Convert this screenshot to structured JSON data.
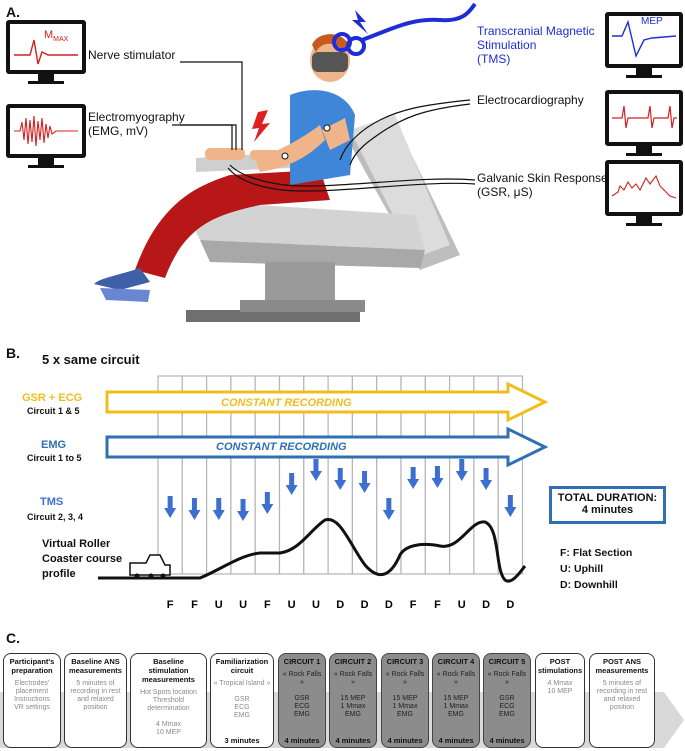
{
  "panel_a": {
    "letter": "A.",
    "nerve_stimulator": "Nerve stimulator",
    "emg_title": "Electromyography",
    "emg_unit": "(EMG, mV)",
    "tms_line1": "Transcranial Magnetic",
    "tms_line2": "Stimulation",
    "tms_line3": "(TMS)",
    "ecg": "Electrocardiography",
    "gsr_line1": "Galvanic Skin Response",
    "gsr_line2": "(GSR, μS)",
    "mmax_label": "M",
    "mmax_sub": "MAX",
    "mep_label": "MEP"
  },
  "panel_b": {
    "letter": "B.",
    "title": "5 x same circuit",
    "gsr_ecg_label": "GSR + ECG",
    "gsr_ecg_sub": "Circuit 1 & 5",
    "gsr_ecg_arrow_text": "CONSTANT RECORDING",
    "emg_label": "EMG",
    "emg_sub": "Circuit 1 to 5",
    "emg_arrow_text": "CONSTANT RECORDING",
    "tms_label": "TMS",
    "tms_sub": "Circuit 2, 3, 4",
    "profile_line1": "Virtual Roller",
    "profile_line2": "Coaster course",
    "profile_line3": "profile",
    "duration_title": "TOTAL DURATION:",
    "duration_value": "4 minutes",
    "legend": [
      "F: Flat Section",
      "U: Uphill",
      "D: Downhill"
    ],
    "sections": [
      "F",
      "F",
      "U",
      "U",
      "F",
      "U",
      "U",
      "D",
      "D",
      "D",
      "F",
      "F",
      "U",
      "D",
      "D"
    ],
    "colors": {
      "yellow": "#f2bd1c",
      "blue": "#2f6fb3",
      "tms": "#3c6fd0"
    }
  },
  "panel_c": {
    "letter": "C.",
    "steps": [
      {
        "title": "Participant's\npreparation",
        "body": "Electrodes'\nplacement\nInstructions\nVR settings",
        "footer": "",
        "style": "white"
      },
      {
        "title": "Baseline ANS\nmeasurements",
        "body": "5 minutes of\nrecording in rest\nand relaxed\nposition",
        "footer": "",
        "style": "white"
      },
      {
        "title": "Baseline stimulation\nmeasurements",
        "body": "Hot Spots location\nThreshold determination\n\n4 Mmax\n10 MEP",
        "footer": "",
        "style": "white"
      },
      {
        "title": "Familiarization\ncircuit",
        "body": "« Tropical Island »\n\nGSR\nECG\nEMG",
        "footer": "3 minutes",
        "style": "white"
      },
      {
        "title": "CIRCUIT 1",
        "body": "« Rock Falls »\n\nGSR\nECG\nEMG",
        "footer": "4 minutes",
        "style": "grey"
      },
      {
        "title": "CIRCUIT 2",
        "body": "« Rock Falls »\n\n15 MEP\n1 Mmax\nEMG",
        "footer": "4 minutes",
        "style": "grey"
      },
      {
        "title": "CIRCUIT 3",
        "body": "« Rock Falls »\n\n15 MEP\n1 Mmax\nEMG",
        "footer": "4 minutes",
        "style": "grey"
      },
      {
        "title": "CIRCUIT 4",
        "body": "« Rock Falls »\n\n15 MEP\n1 Mmax\nEMG",
        "footer": "4 minutes",
        "style": "grey"
      },
      {
        "title": "CIRCUIT 5",
        "body": "« Rock Falls »\n\nGSR\nECG\nEMG",
        "footer": "4 minutes",
        "style": "grey"
      },
      {
        "title": "POST\nstimulations",
        "body": "4 Mmax\n10 MEP",
        "footer": "",
        "style": "white"
      },
      {
        "title": "POST ANS\nmeasurements",
        "body": "5 minutes of\nrecording in rest\nand relaxed\nposition",
        "footer": "",
        "style": "white"
      }
    ]
  }
}
